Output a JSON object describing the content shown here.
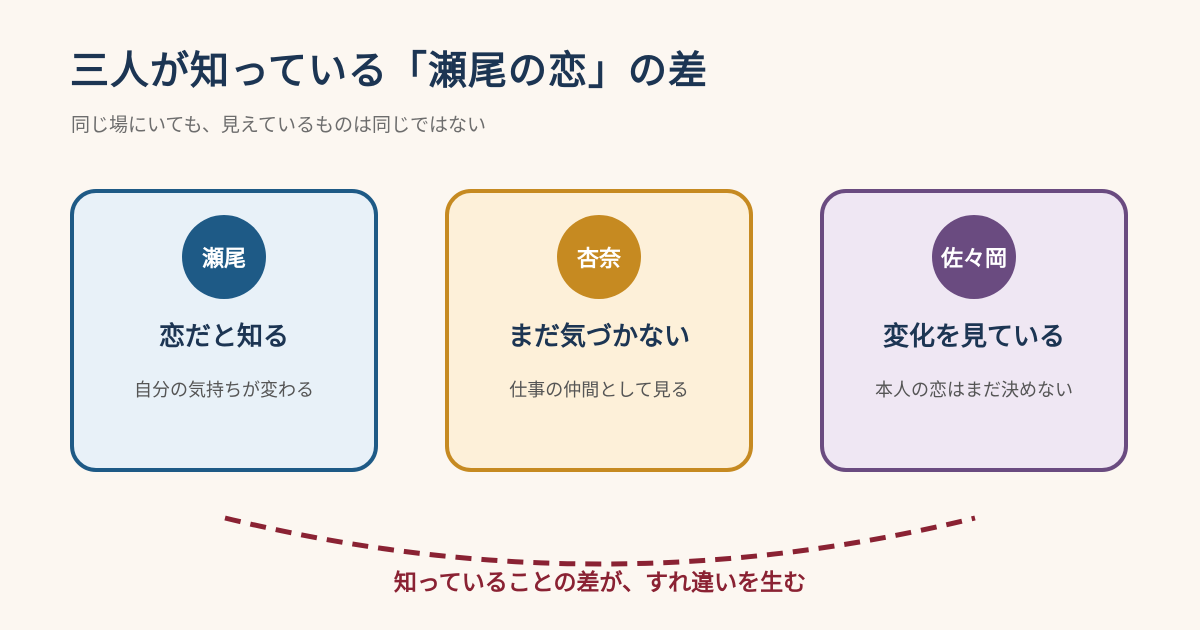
{
  "header": {
    "title": "三人が知っている「瀬尾の恋」の差",
    "subtitle": "同じ場にいても、見えているものは同じではない"
  },
  "cards": [
    {
      "badge": "瀬尾",
      "heading": "恋だと知る",
      "description": "自分の気持ちが変わる",
      "color": "#1e5a86",
      "background": "#e8f1f8"
    },
    {
      "badge": "杏奈",
      "heading": "まだ気づかない",
      "description": "仕事の仲間として見る",
      "color": "#c68a21",
      "background": "#fdf0d9"
    },
    {
      "badge": "佐々岡",
      "heading": "変化を見ている",
      "description": "本人の恋はまだ決めない",
      "color": "#6a4b80",
      "background": "#efe7f3"
    }
  ],
  "footer": {
    "text": "知っていることの差が、すれ違いを生む",
    "color": "#8a2233"
  }
}
